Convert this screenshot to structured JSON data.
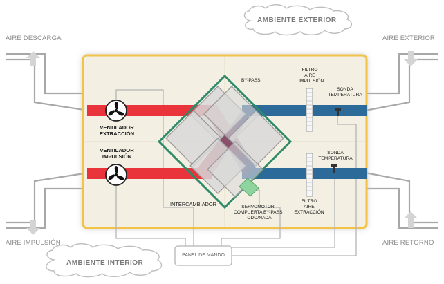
{
  "clouds": {
    "exterior": "AMBIENTE EXTERIOR",
    "interior": "AMBIENTE INTERIOR"
  },
  "corners": {
    "top_left": "AIRE DESCARGA",
    "top_right": "AIRE EXTERIOR",
    "bottom_left": "AIRE IMPULSIÓN",
    "bottom_right": "AIRE RETORNO"
  },
  "components": {
    "bypass": "BY-PASS",
    "filtro_impulsion": [
      "FILTRO",
      "AIRE",
      "IMPULSIÓN"
    ],
    "filtro_extraccion": [
      "FILTRO",
      "AIRE",
      "EXTRACCIÓN"
    ],
    "sonda_top": [
      "SONDA",
      "TEMPERATURA"
    ],
    "sonda_bottom": [
      "SONDA",
      "TEMPERATURA"
    ],
    "ventilador_extraccion": [
      "VENTILADOR",
      "EXTRACCIÓN"
    ],
    "ventilador_impulsion": [
      "VENTILADOR",
      "IMPULSIÓN"
    ],
    "intercambiador": "INTERCAMBIADOR",
    "servomotor": [
      "SERVOMOTOR",
      "COMPUERTA BY-PASS",
      "TODO/NADA"
    ],
    "panel": "PANEL DE MANDO"
  },
  "colors": {
    "hot_duct": "#e8343a",
    "cold_duct": "#2c6a9a",
    "frame": "#f2c24a",
    "box_fill": "#f3efe3",
    "bypass_outline": "#2f8a6a",
    "servomotor": "#8fd39f"
  }
}
